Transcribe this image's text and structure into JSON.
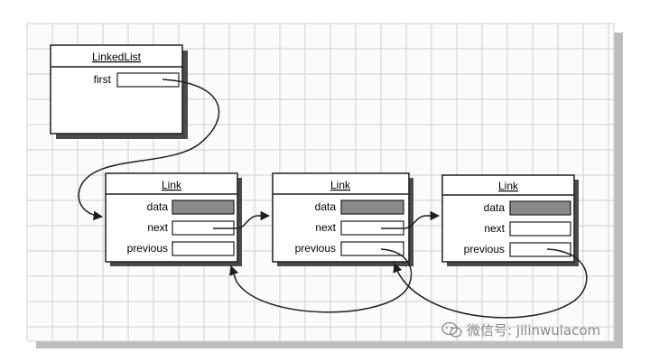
{
  "linkedlist": {
    "title": "LinkedList",
    "field": "first"
  },
  "links": [
    {
      "title": "Link",
      "fields": [
        "data",
        "next",
        "previous"
      ]
    },
    {
      "title": "Link",
      "fields": [
        "data",
        "next",
        "previous"
      ]
    },
    {
      "title": "Link",
      "fields": [
        "data",
        "next",
        "previous"
      ]
    }
  ],
  "watermark": {
    "text": "微信号: jilinwulacom",
    "icon": "wechat-icon"
  },
  "colors": {
    "grid": "#c8c8c8",
    "data_fill": "#8a8a8a",
    "stroke": "#1e1e1e",
    "shadow": "#777777"
  }
}
